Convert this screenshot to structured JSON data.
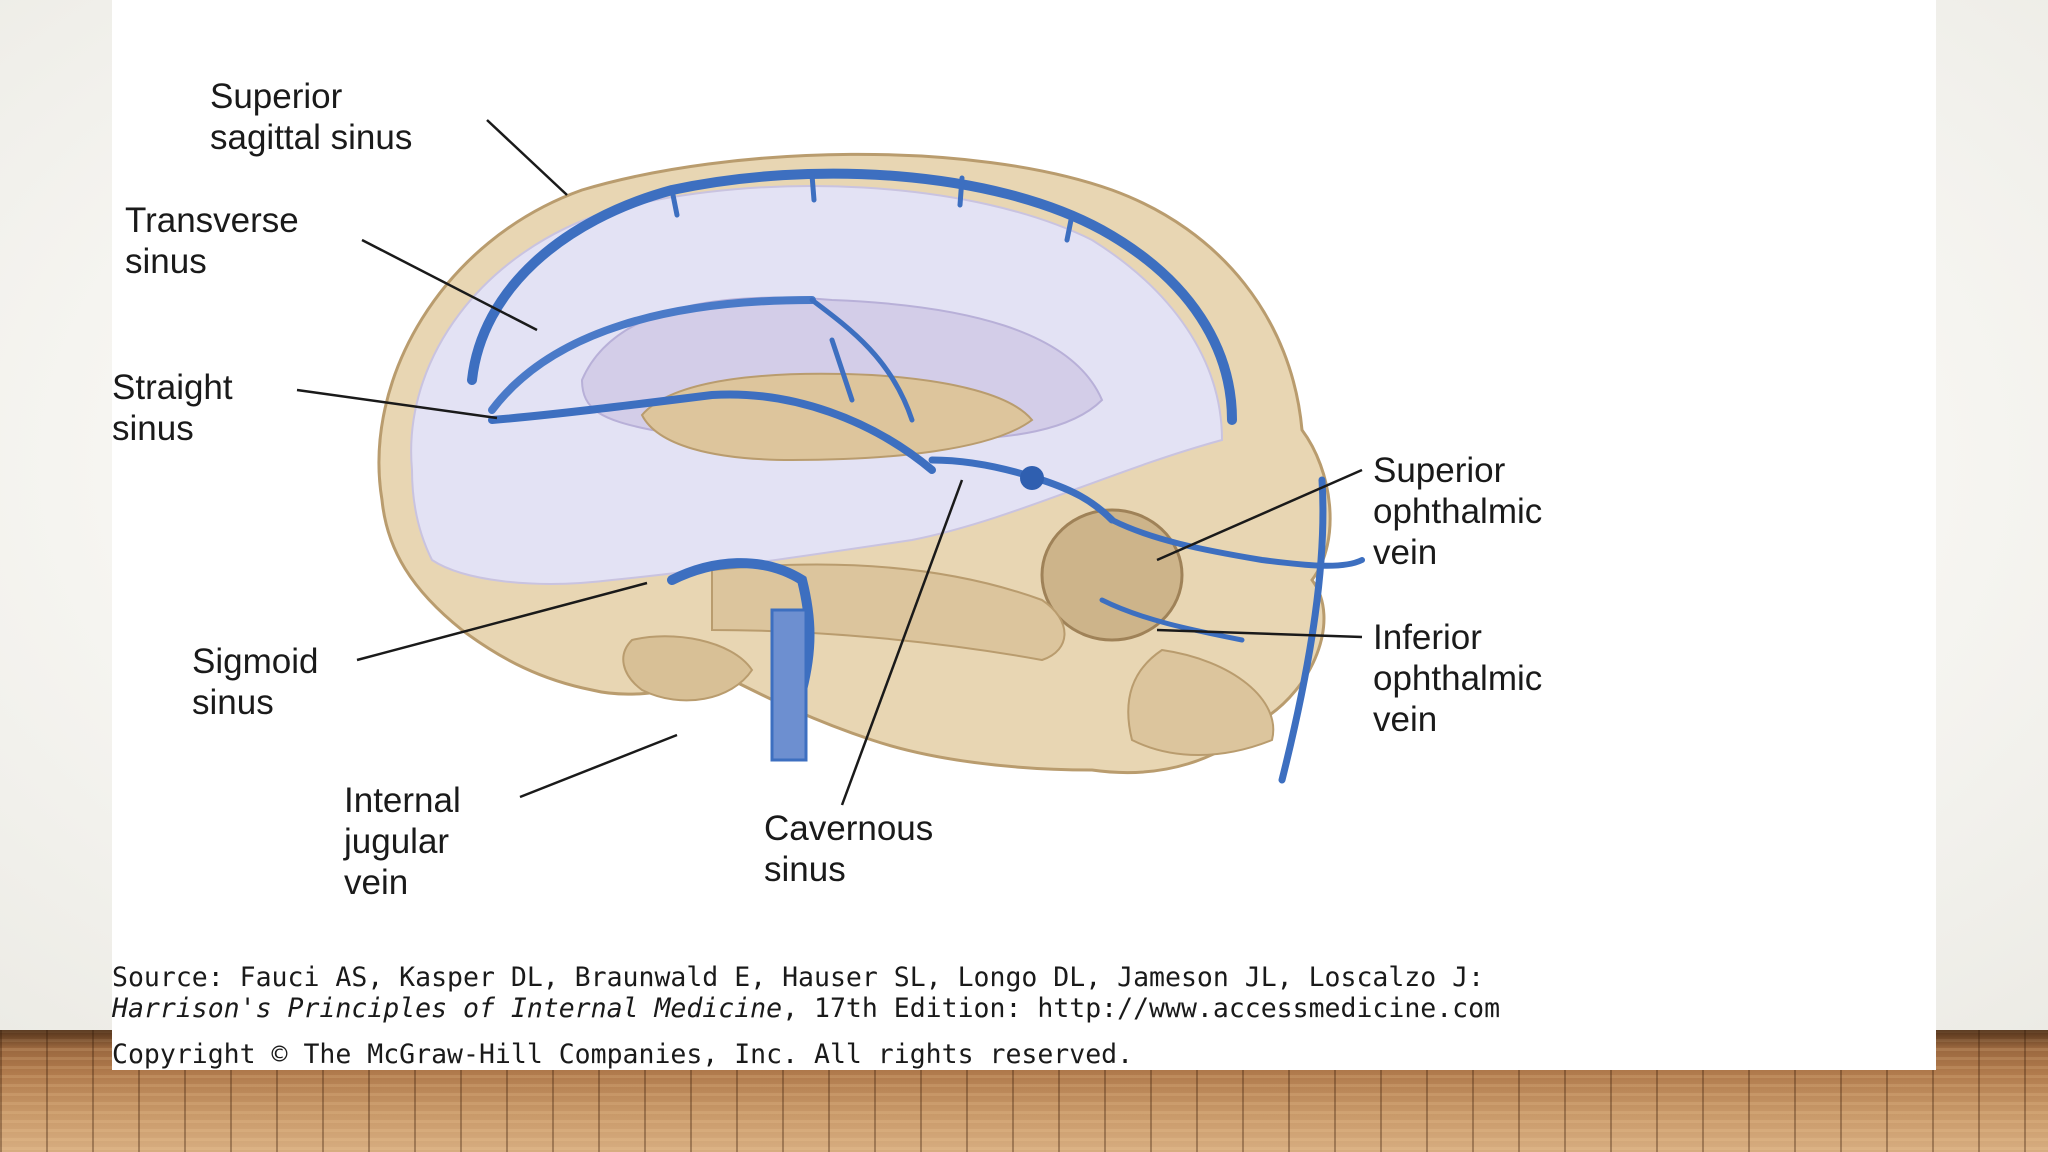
{
  "labels": {
    "superior_sagittal_sinus": "Superior\nsagittal sinus",
    "transverse_sinus": "Transverse\nsinus",
    "straight_sinus": "Straight\nsinus",
    "sigmoid_sinus": "Sigmoid\nsinus",
    "internal_jugular_vein": "Internal\njugular\nvein",
    "cavernous_sinus": "Cavernous\nsinus",
    "superior_ophthalmic_vein": "Superior\nophthalmic\nvein",
    "inferior_ophthalmic_vein": "Inferior\nophthalmic\nvein"
  },
  "source": {
    "line1": "Source: Fauci AS, Kasper DL, Braunwald E, Hauser SL, Longo DL, Jameson JL, Loscalzo J:",
    "book_title": "Harrison's Principles of Internal Medicine",
    "line2_rest": ", 17th Edition: http://www.accessmedicine.com",
    "copyright": "Copyright © The McGraw-Hill Companies, Inc. All rights reserved."
  },
  "colors": {
    "bone": "#e8d6b3",
    "vein": "#3d6fc0",
    "dura": "#e3e2f4"
  }
}
